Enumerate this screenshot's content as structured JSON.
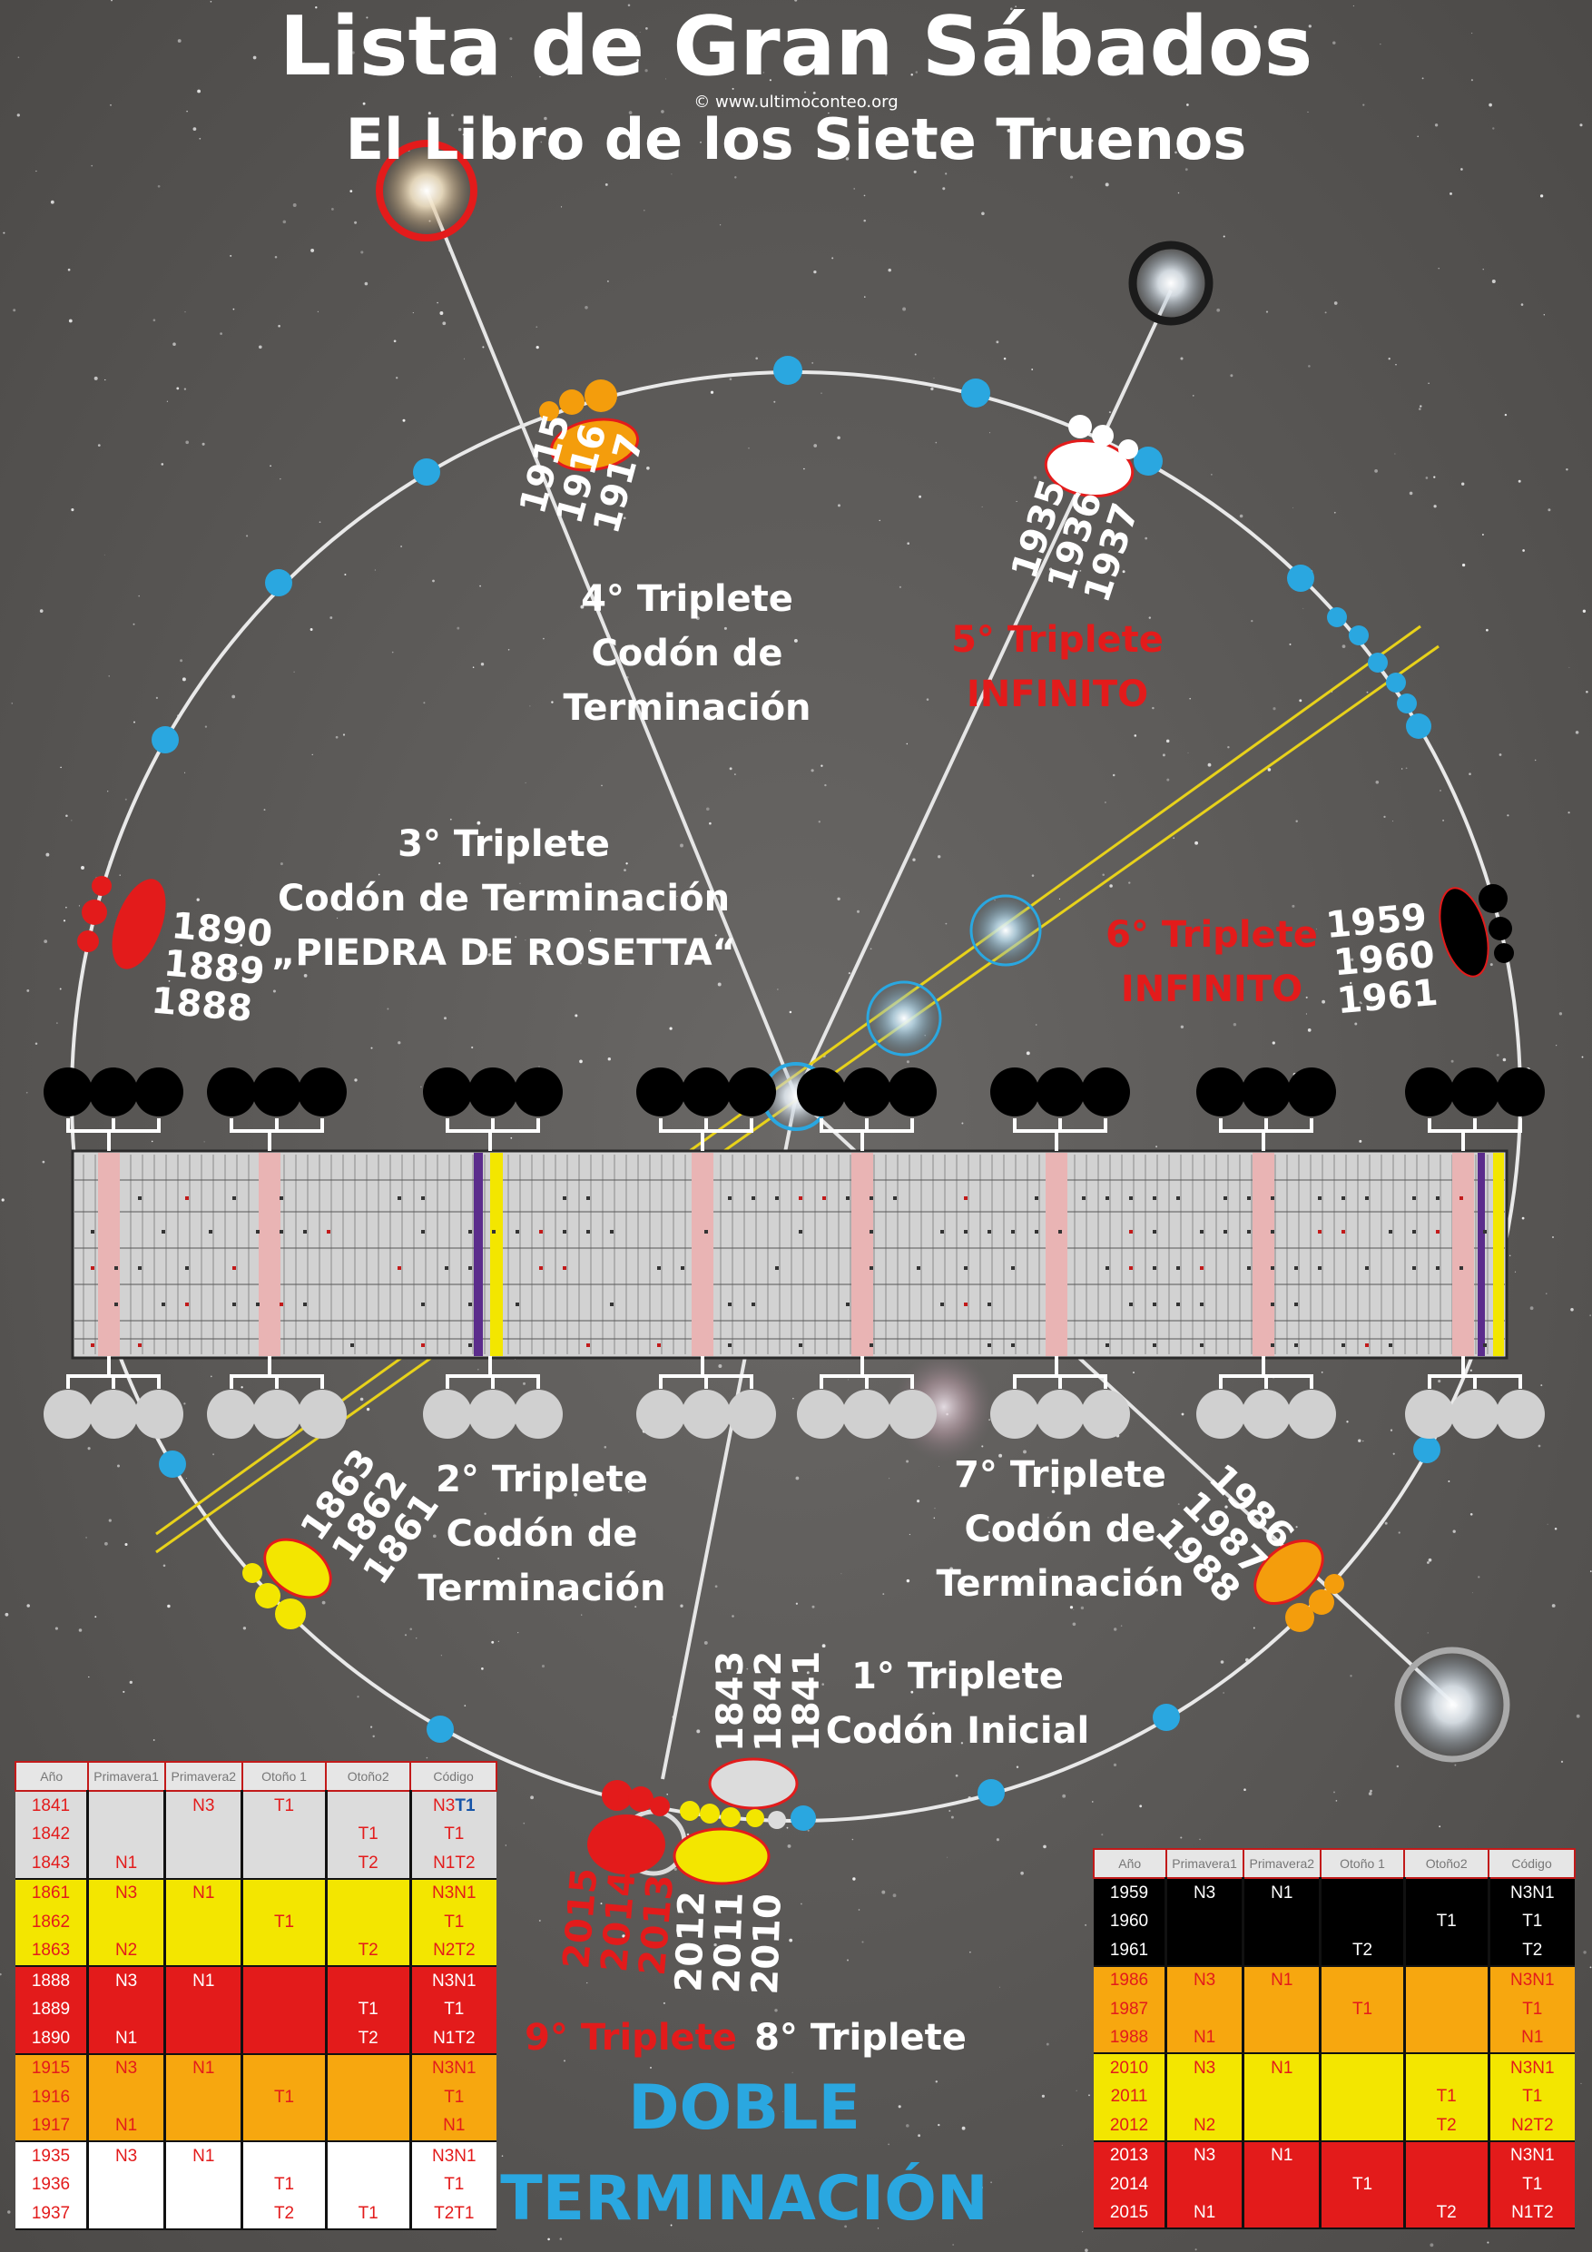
{
  "header": {
    "title": "Lista de Gran Sábados",
    "copyright": "© www.ultimoconteo.org",
    "subtitle": "El Libro de los Siete Truenos"
  },
  "triplets": {
    "t1": {
      "l1": "1° Triplete",
      "l2": "Codón Inicial",
      "years": [
        "1843",
        "1842",
        "1841"
      ]
    },
    "t2": {
      "l1": "2° Triplete",
      "l2": "Codón de",
      "l3": "Terminación",
      "years": [
        "1863",
        "1862",
        "1861"
      ]
    },
    "t3": {
      "l1": "3° Triplete",
      "l2": "Codón de Terminación",
      "l3": "„PIEDRA DE ROSETTA“",
      "years": [
        "1890",
        "1889",
        "1888"
      ]
    },
    "t4": {
      "l1": "4° Triplete",
      "l2": "Codón de",
      "l3": "Terminación",
      "years": [
        "1917",
        "1916",
        "1915"
      ]
    },
    "t5": {
      "l1": "5° Triplete",
      "l2": "INFINITO",
      "years": [
        "1935",
        "1936",
        "1937"
      ]
    },
    "t6": {
      "l1": "6° Triplete",
      "l2": "INFINITO",
      "years": [
        "1959",
        "1960",
        "1961"
      ]
    },
    "t7": {
      "l1": "7° Triplete",
      "l2": "Codón de",
      "l3": "Terminación",
      "years": [
        "1986",
        "1987",
        "1988"
      ]
    },
    "t8": {
      "l1": "8° Triplete",
      "years": [
        "2012",
        "2011",
        "2010"
      ]
    },
    "t9": {
      "l1": "9° Triplete",
      "years": [
        "2015",
        "2014",
        "2013"
      ]
    }
  },
  "doble": {
    "l1": "DOBLE",
    "l2": "TERMINACIÓN"
  },
  "colors": {
    "red": "#e31b1b",
    "yellow": "#f3e600",
    "orange": "#f49d0c",
    "white": "#ffffff",
    "black": "#000000",
    "blue": "#2aa7e0",
    "pink": "#e9b4b4"
  },
  "table_left": {
    "headers": [
      "Año",
      "Primavera1",
      "Primavera2",
      "Otoño 1",
      "Otoño2",
      "Código"
    ],
    "rows": [
      {
        "year": "1841",
        "p1": "",
        "p2": "N3",
        "o1": "T1",
        "o2": "",
        "code": "N3",
        "code2": "T1",
        "bg": "#dcdcdc"
      },
      {
        "year": "1842",
        "p1": "",
        "p2": "",
        "o1": "",
        "o2": "T1",
        "code": "T1",
        "code2": "",
        "bg": "#dcdcdc"
      },
      {
        "year": "1843",
        "p1": "N1",
        "p2": "",
        "o1": "",
        "o2": "T2",
        "code": "N1T2",
        "code2": "",
        "bg": "#dcdcdc"
      },
      {
        "year": "1861",
        "p1": "N3",
        "p2": "N1",
        "o1": "",
        "o2": "",
        "code": "N3N1",
        "code2": "",
        "bg": "#f3e600"
      },
      {
        "year": "1862",
        "p1": "",
        "p2": "",
        "o1": "T1",
        "o2": "",
        "code": "T1",
        "code2": "",
        "bg": "#f3e600"
      },
      {
        "year": "1863",
        "p1": "N2",
        "p2": "",
        "o1": "",
        "o2": "T2",
        "code": "N2T2",
        "code2": "",
        "bg": "#f3e600"
      },
      {
        "year": "1888",
        "p1": "N3",
        "p2": "N1",
        "o1": "",
        "o2": "",
        "code": "N3N1",
        "code2": "",
        "bg": "#e31b1b"
      },
      {
        "year": "1889",
        "p1": "",
        "p2": "",
        "o1": "",
        "o2": "T1",
        "code": "T1",
        "code2": "",
        "bg": "#e31b1b"
      },
      {
        "year": "1890",
        "p1": "N1",
        "p2": "",
        "o1": "",
        "o2": "T2",
        "code": "N1T2",
        "code2": "",
        "bg": "#e31b1b"
      },
      {
        "year": "1915",
        "p1": "N3",
        "p2": "N1",
        "o1": "",
        "o2": "",
        "code": "N3N1",
        "code2": "",
        "bg": "#f7a70f"
      },
      {
        "year": "1916",
        "p1": "",
        "p2": "",
        "o1": "T1",
        "o2": "",
        "code": "T1",
        "code2": "",
        "bg": "#f7a70f"
      },
      {
        "year": "1917",
        "p1": "N1",
        "p2": "",
        "o1": "",
        "o2": "",
        "code": "N1",
        "code2": "",
        "bg": "#f7a70f"
      },
      {
        "year": "1935",
        "p1": "N3",
        "p2": "N1",
        "o1": "",
        "o2": "",
        "code": "N3N1",
        "code2": "",
        "bg": "#ffffff"
      },
      {
        "year": "1936",
        "p1": "",
        "p2": "",
        "o1": "T1",
        "o2": "",
        "code": "T1",
        "code2": "",
        "bg": "#ffffff"
      },
      {
        "year": "1937",
        "p1": "",
        "p2": "",
        "o1": "T2",
        "o2": "T1",
        "code": "T2T1",
        "code2": "",
        "bg": "#ffffff"
      }
    ]
  },
  "table_right": {
    "headers": [
      "Año",
      "Primavera1",
      "Primavera2",
      "Otoño 1",
      "Otoño2",
      "Código"
    ],
    "rows": [
      {
        "year": "1959",
        "p1": "N3",
        "p2": "N1",
        "o1": "",
        "o2": "",
        "code": "N3N1",
        "code2": "",
        "bg": "#000000"
      },
      {
        "year": "1960",
        "p1": "",
        "p2": "",
        "o1": "",
        "o2": "T1",
        "code": "T1",
        "code2": "",
        "bg": "#000000"
      },
      {
        "year": "1961",
        "p1": "",
        "p2": "",
        "o1": "T2",
        "o2": "",
        "code": "T2",
        "code2": "",
        "bg": "#000000"
      },
      {
        "year": "1986",
        "p1": "N3",
        "p2": "N1",
        "o1": "",
        "o2": "",
        "code": "N3N1",
        "code2": "",
        "bg": "#f7a70f"
      },
      {
        "year": "1987",
        "p1": "",
        "p2": "",
        "o1": "T1",
        "o2": "",
        "code": "T1",
        "code2": "",
        "bg": "#f7a70f"
      },
      {
        "year": "1988",
        "p1": "N1",
        "p2": "",
        "o1": "",
        "o2": "",
        "code": "N1",
        "code2": "",
        "bg": "#f7a70f"
      },
      {
        "year": "2010",
        "p1": "N3",
        "p2": "N1",
        "o1": "",
        "o2": "",
        "code": "N3N1",
        "code2": "",
        "bg": "#f3e600"
      },
      {
        "year": "2011",
        "p1": "",
        "p2": "",
        "o1": "",
        "o2": "T1",
        "code": "T1",
        "code2": "",
        "bg": "#f3e600"
      },
      {
        "year": "2012",
        "p1": "N2",
        "p2": "",
        "o1": "",
        "o2": "T2",
        "code": "N2T2",
        "code2": "",
        "bg": "#f3e600"
      },
      {
        "year": "2013",
        "p1": "N3",
        "p2": "N1",
        "o1": "",
        "o2": "",
        "code": "N3N1",
        "code2": "",
        "bg": "#e31b1b"
      },
      {
        "year": "2014",
        "p1": "",
        "p2": "",
        "o1": "T1",
        "o2": "",
        "code": "T1",
        "code2": "",
        "bg": "#e31b1b"
      },
      {
        "year": "2015",
        "p1": "N1",
        "p2": "",
        "o1": "",
        "o2": "T2",
        "code": "N1T2",
        "code2": "",
        "bg": "#e31b1b"
      }
    ]
  }
}
